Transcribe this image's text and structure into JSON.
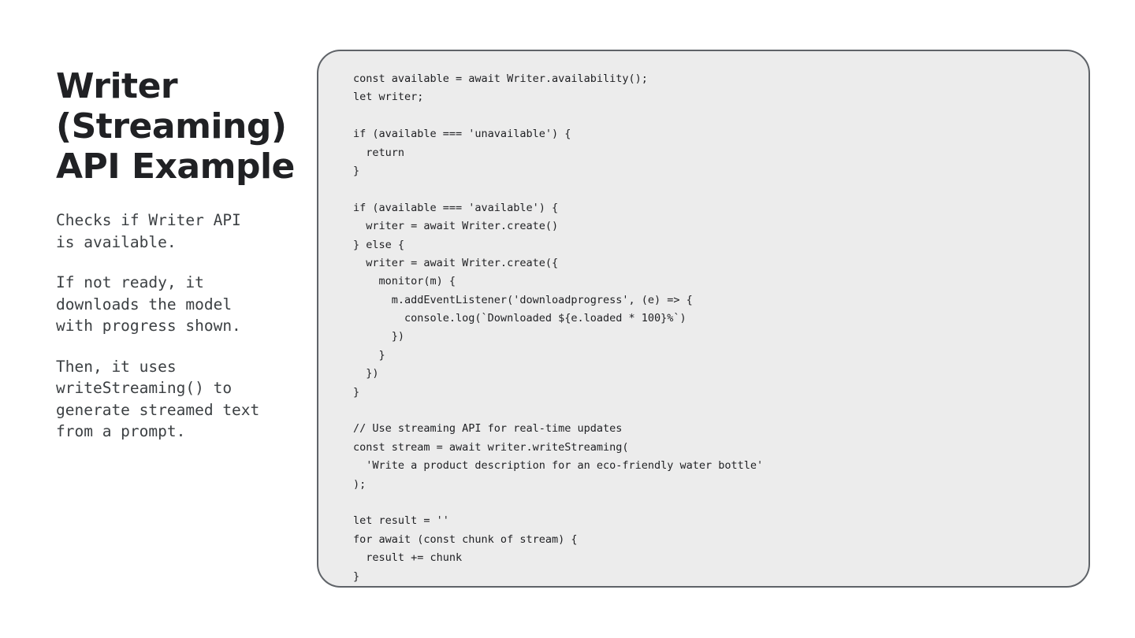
{
  "slide": {
    "title_lines": [
      "Writer",
      "(Streaming)",
      "API Example"
    ],
    "description": [
      [
        "Checks if Writer API",
        "is available."
      ],
      [
        "If not ready, it",
        "downloads the model",
        "with progress shown."
      ],
      [
        "Then, it uses",
        "writeStreaming() to",
        "generate streamed text",
        "from a prompt."
      ]
    ]
  },
  "code": {
    "lines": [
      "const available = await Writer.availability();",
      "let writer;",
      "",
      "if (available === 'unavailable') {",
      "  return",
      "}",
      "",
      "if (available === 'available') {",
      "  writer = await Writer.create()",
      "} else {",
      "  writer = await Writer.create({",
      "    monitor(m) {",
      "      m.addEventListener('downloadprogress', (e) => {",
      "        console.log(`Downloaded ${e.loaded * 100}%`)",
      "      })",
      "    }",
      "  })",
      "}",
      "",
      "// Use streaming API for real-time updates",
      "const stream = await writer.writeStreaming(",
      "  'Write a product description for an eco-friendly water bottle'",
      ");",
      "",
      "let result = ''",
      "for await (const chunk of stream) {",
      "  result += chunk",
      "}"
    ]
  }
}
